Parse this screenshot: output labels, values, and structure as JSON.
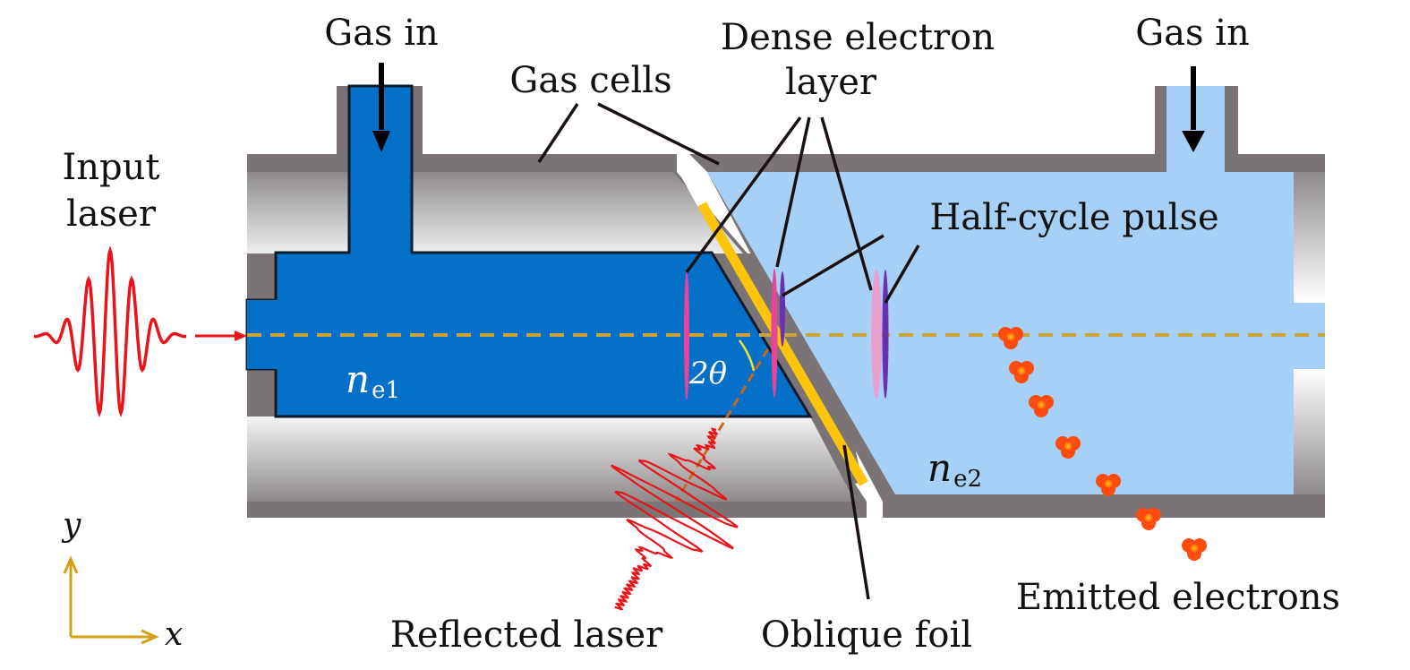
{
  "labels": {
    "gas_in_left": "Gas in",
    "gas_in_right": "Gas in",
    "gas_cells": "Gas cells",
    "dense_electron_layer_line1": "Dense electron",
    "dense_electron_layer_line2": "layer",
    "half_cycle_pulse": "Half-cycle pulse",
    "input_laser_line1": "Input",
    "input_laser_line2": "laser",
    "reflected_laser": "Reflected laser",
    "oblique_foil": "Oblique foil",
    "emitted_electrons": "Emitted electrons"
  },
  "symbols": {
    "density1_base": "n",
    "density1_sub": "e1",
    "density2_base": "n",
    "density2_sub": "e2",
    "angle": "2θ",
    "axis_x": "x",
    "axis_y": "y"
  },
  "colors": {
    "cell1_plasma": "#0570c8",
    "cell2_plasma": "#a6d0f5",
    "wall": "#7a7476",
    "foil": "#fdc40a",
    "laser": "#e8141a",
    "axis_line": "#c9a43a",
    "electron": "#ff4a10",
    "pulse_pink": "#e8449a",
    "pulse_purple": "#6a30b0",
    "pulse_light_pink": "#e8a0d0",
    "coord_axes": "#d4a017"
  },
  "electrons_count": 7
}
